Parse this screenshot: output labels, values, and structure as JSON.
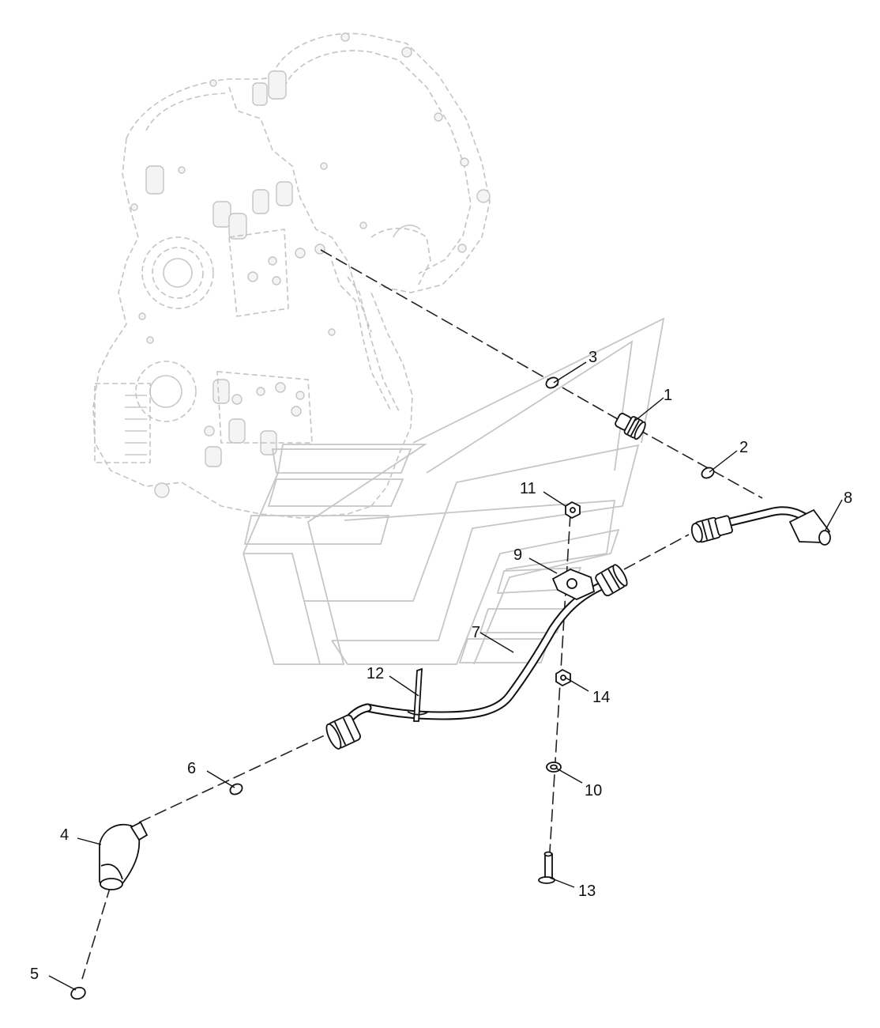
{
  "callouts": [
    {
      "id": "1",
      "label": "1"
    },
    {
      "id": "2",
      "label": "2"
    },
    {
      "id": "3",
      "label": "3"
    },
    {
      "id": "4",
      "label": "4"
    },
    {
      "id": "5",
      "label": "5"
    },
    {
      "id": "6",
      "label": "6"
    },
    {
      "id": "7",
      "label": "7"
    },
    {
      "id": "8",
      "label": "8"
    },
    {
      "id": "9",
      "label": "9"
    },
    {
      "id": "10",
      "label": "10"
    },
    {
      "id": "11",
      "label": "11"
    },
    {
      "id": "12",
      "label": "12"
    },
    {
      "id": "13",
      "label": "13"
    },
    {
      "id": "14",
      "label": "14"
    }
  ],
  "colors": {
    "line": "#111111",
    "ghost": "#c4c4c4",
    "background": "#ffffff"
  }
}
